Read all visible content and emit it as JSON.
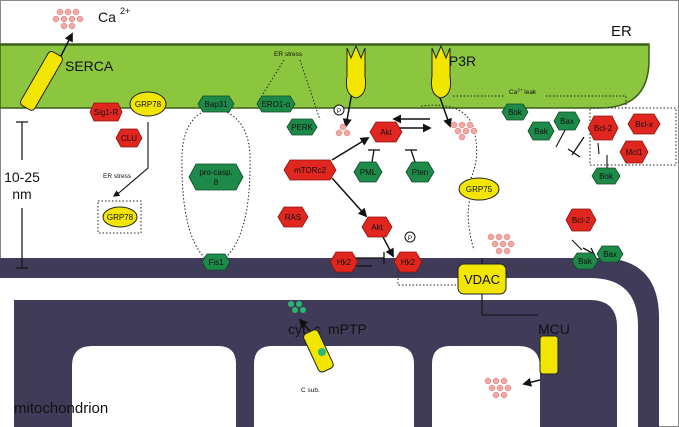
{
  "labels": {
    "ca_top": "Ca",
    "ca_sup": "2+",
    "serca": "SERCA",
    "er": "ER",
    "er_stress_top": "ER stress",
    "er_stress_mid": "ER stress",
    "ip3r": "IP3R",
    "ca_leak": "Ca",
    "ca_leak_sup": "2+",
    "ca_leak_rest": " leak",
    "distance_1": "10-25",
    "distance_2": "nm",
    "vdac": "VDAC",
    "mcu": "MCU",
    "mptp": "mPTP",
    "cyt_c": "cyt. c",
    "c_sub": "C sub.",
    "mitochondrion": "mitochondrion",
    "p": "P"
  },
  "proteins": {
    "sig1r": "Sig1-R",
    "grp78": "GRP78",
    "clu": "CLU",
    "grp78_lower": "GRP78",
    "bap31": "Bap31",
    "ero1a": "ERO1-α",
    "perk": "PERK",
    "procasp_1": "pro-casp.",
    "procasp_2": "8",
    "fis1": "Fis1",
    "akt_top": "Akt",
    "mtorc2": "mTORc2",
    "pml": "PML",
    "pten": "Pten",
    "ras": "RAS",
    "akt_mid": "Akt",
    "hk2_left": "Hk2",
    "hk2_right": "Hk2",
    "bok_top": "Bok",
    "grp75": "GRP75",
    "bak_top": "Bak",
    "bax_top": "Bax",
    "bcl2_top": "Bcl-2",
    "bclx": "Bcl-x",
    "mcl1": "Mcl1",
    "bok_right": "Bok",
    "bcl2_low": "Bcl-2",
    "bak_low": "Bak",
    "bax_low": "Bax"
  },
  "colors": {
    "er_fill": "#8cc63f",
    "channel": "#f2e500",
    "anti_apoptotic": "#e0261f",
    "pro_apoptotic": "#1e8a4a",
    "mito_membrane": "#3f3b59",
    "calcium": "#f4a6a0",
    "cyt_c": "#2bb673"
  }
}
